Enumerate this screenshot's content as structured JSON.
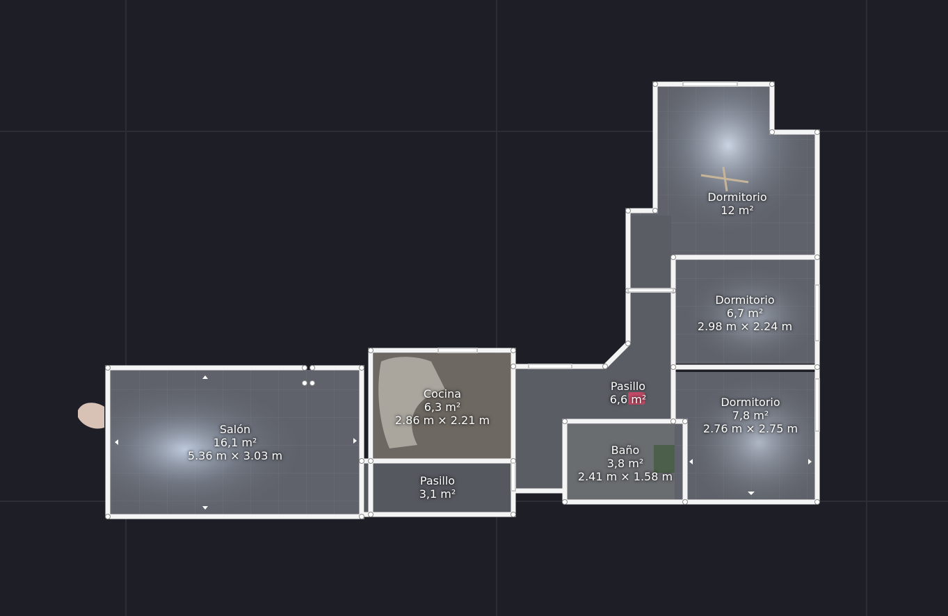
{
  "colors": {
    "background": "#1e1f26",
    "grid": "#2c2d35",
    "wall": "#f4f4f4",
    "floor": "#5d6069",
    "accent": "#d84a6a"
  },
  "rooms": [
    {
      "id": "salon",
      "name": "Salón",
      "area": "16,1 m²",
      "dims": "5.36 m × 3.03 m"
    },
    {
      "id": "cocina",
      "name": "Cocina",
      "area": "6,3 m²",
      "dims": "2.86 m × 2.21 m"
    },
    {
      "id": "pasillo-small",
      "name": "Pasillo",
      "area": "3,1 m²",
      "dims": ""
    },
    {
      "id": "pasillo-main",
      "name": "Pasillo",
      "area": "6,6 m²",
      "dims": ""
    },
    {
      "id": "bano",
      "name": "Baño",
      "area": "3,8 m²",
      "dims": "2.41 m × 1.58 m"
    },
    {
      "id": "dormitorio-1",
      "name": "Dormitorio",
      "area": "12 m²",
      "dims": ""
    },
    {
      "id": "dormitorio-2",
      "name": "Dormitorio",
      "area": "6,7 m²",
      "dims": "2.98 m × 2.24 m"
    },
    {
      "id": "dormitorio-3",
      "name": "Dormitorio",
      "area": "7,8 m²",
      "dims": "2.76 m × 2.75 m"
    }
  ]
}
